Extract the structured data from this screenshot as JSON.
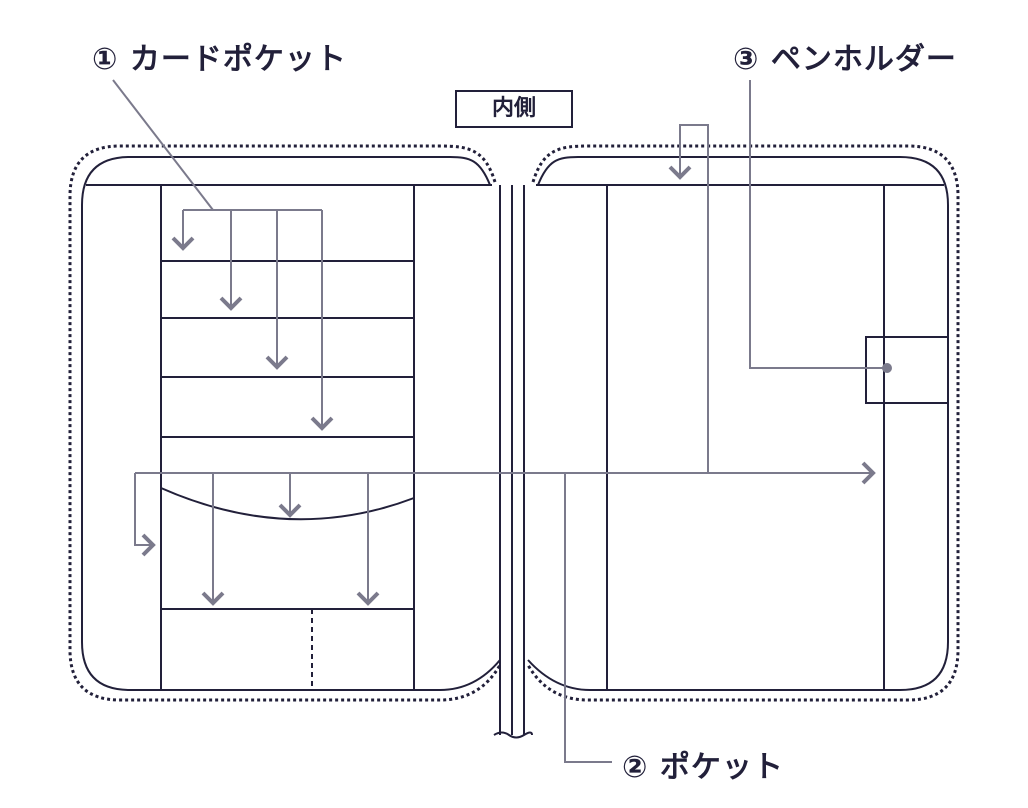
{
  "title": "内側",
  "labels": {
    "card_pocket": "① カードポケット",
    "pen_holder": "③ ペンホルダー",
    "pocket": "② ポケット"
  },
  "colors": {
    "outline": "#22203a",
    "callout": "#7b7a8c"
  }
}
